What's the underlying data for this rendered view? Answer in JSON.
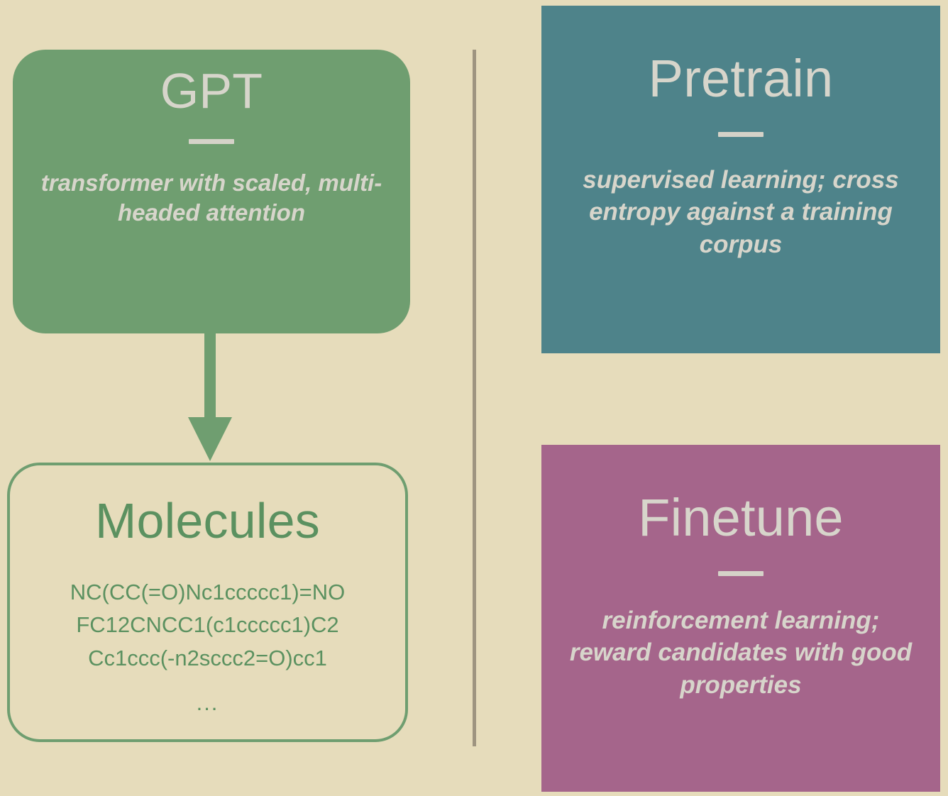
{
  "colors": {
    "background": "#E6DCBB",
    "green": "#6F9E70",
    "green_text": "#5B9160",
    "teal": "#4E838A",
    "magenta": "#A5658B",
    "light_text": "#D7D5CB",
    "divider": "#9E9480"
  },
  "model_box": {
    "title": "GPT",
    "description": "transformer with scaled, multi-headed attention"
  },
  "output_box": {
    "title": "Molecules",
    "smiles": [
      "NC(CC(=O)Nc1ccccc1)=NO",
      "FC12CNCC1(c1ccccc1)C2",
      "Cc1ccc(-n2sccc2=O)cc1"
    ],
    "ellipsis": "..."
  },
  "stages": [
    {
      "title": "Pretrain",
      "description": "supervised learning; cross entropy against a training corpus"
    },
    {
      "title": "Finetune",
      "description": "reinforcement learning; reward candidates with good properties"
    }
  ]
}
